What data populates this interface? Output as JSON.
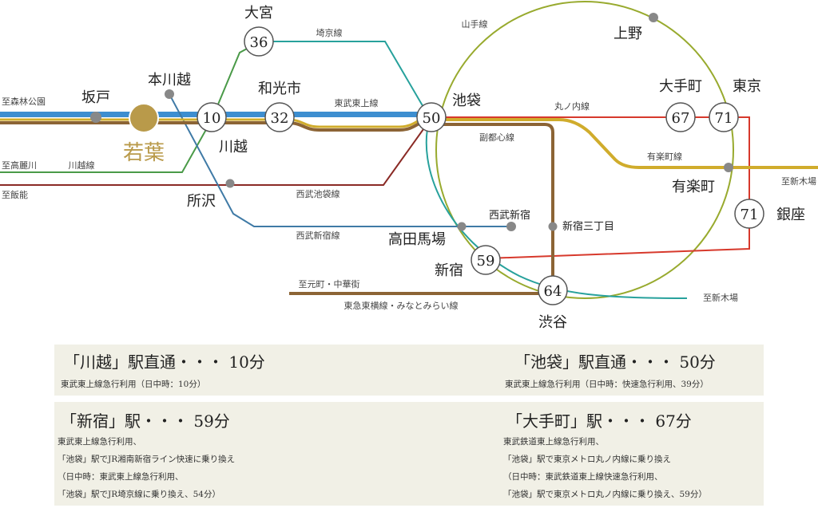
{
  "colors": {
    "tobu_tojo": "#b99a4a",
    "seibu_ikebukuro": "#8a2a25",
    "yamanote": "#98aa2e",
    "saikyo": "#27a19c",
    "kawagoe": "#4a9a48",
    "fukutoshin": "#8c6435",
    "marunouchi": "#d7392c",
    "yurakucho": "#d0ac2c",
    "seibu_shinjuku": "#3f7aa6",
    "blue_band": "#3d8ed0",
    "panel_bg": "#f1f0e6",
    "highlight": "#b99a4a"
  },
  "diagram": {
    "lines": {
      "saikyo": "埼京線",
      "yamanote": "山手線",
      "tobu_tojo": "東武東上線",
      "marunouchi": "丸ノ内線",
      "fukutoshin": "副都心線",
      "yurakucho": "有楽町線",
      "seibu_ikebukuro": "西武池袋線",
      "seibu_shinjuku": "西武新宿線",
      "kawagoe": "川越線",
      "toyoko": "東急東横線・みなとみらい線"
    },
    "stations": {
      "omiya": "大宮",
      "honkawagoe": "本川越",
      "sakado": "坂戸",
      "wakaba": "若葉",
      "kawagoe": "川越",
      "wakoshi": "和光市",
      "ikebukuro": "池袋",
      "ueno": "上野",
      "otemachi": "大手町",
      "tokyo": "東京",
      "yurakucho": "有楽町",
      "ginza": "銀座",
      "tokorozawa": "所沢",
      "seibu_shinjuku": "西武新宿",
      "shinjuku_sanchome": "新宿三丁目",
      "takadanobaba": "高田馬場",
      "shinjuku": "新宿",
      "shibuya": "渋谷"
    },
    "minutes": {
      "omiya": "36",
      "kawagoe": "10",
      "wakoshi": "32",
      "ikebukuro": "50",
      "otemachi": "67",
      "tokyo": "71",
      "ginza": "71",
      "shinjuku": "59",
      "shibuya": "64"
    },
    "destinations": {
      "shinrin_koen": "至森林公園",
      "koma": "至高麗川",
      "hanno": "至飯能",
      "shinkiba_1": "至新木場",
      "shinkiba_2": "至新木場",
      "motomachi": "至元町・中華街"
    }
  },
  "summary": [
    {
      "title": "「川越」駅直通・・・ 10分",
      "notes": [
        "東武東上線急行利用（日中時：10分）"
      ]
    },
    {
      "title": "「池袋」駅直通・・・ 50分",
      "notes": [
        "東武東上線急行利用（日中時：快速急行利用、39分）"
      ]
    },
    {
      "title": "「新宿」駅・・・ 59分",
      "notes": [
        "東武東上線急行利用、",
        "「池袋」駅でJR湘南新宿ライン快速に乗り換え",
        "（日中時：東武東上線急行利用、",
        "「池袋」駅でJR埼京線に乗り換え、54分）"
      ]
    },
    {
      "title": "「大手町」駅・・・ 67分",
      "notes": [
        "東武鉄道東上線急行利用、",
        "「池袋」駅で東京メトロ丸ノ内線に乗り換え",
        "（日中時：東武鉄道東上線快速急行利用、",
        "「池袋」駅で東京メトロ丸ノ内線に乗り換え、59分）"
      ]
    }
  ]
}
